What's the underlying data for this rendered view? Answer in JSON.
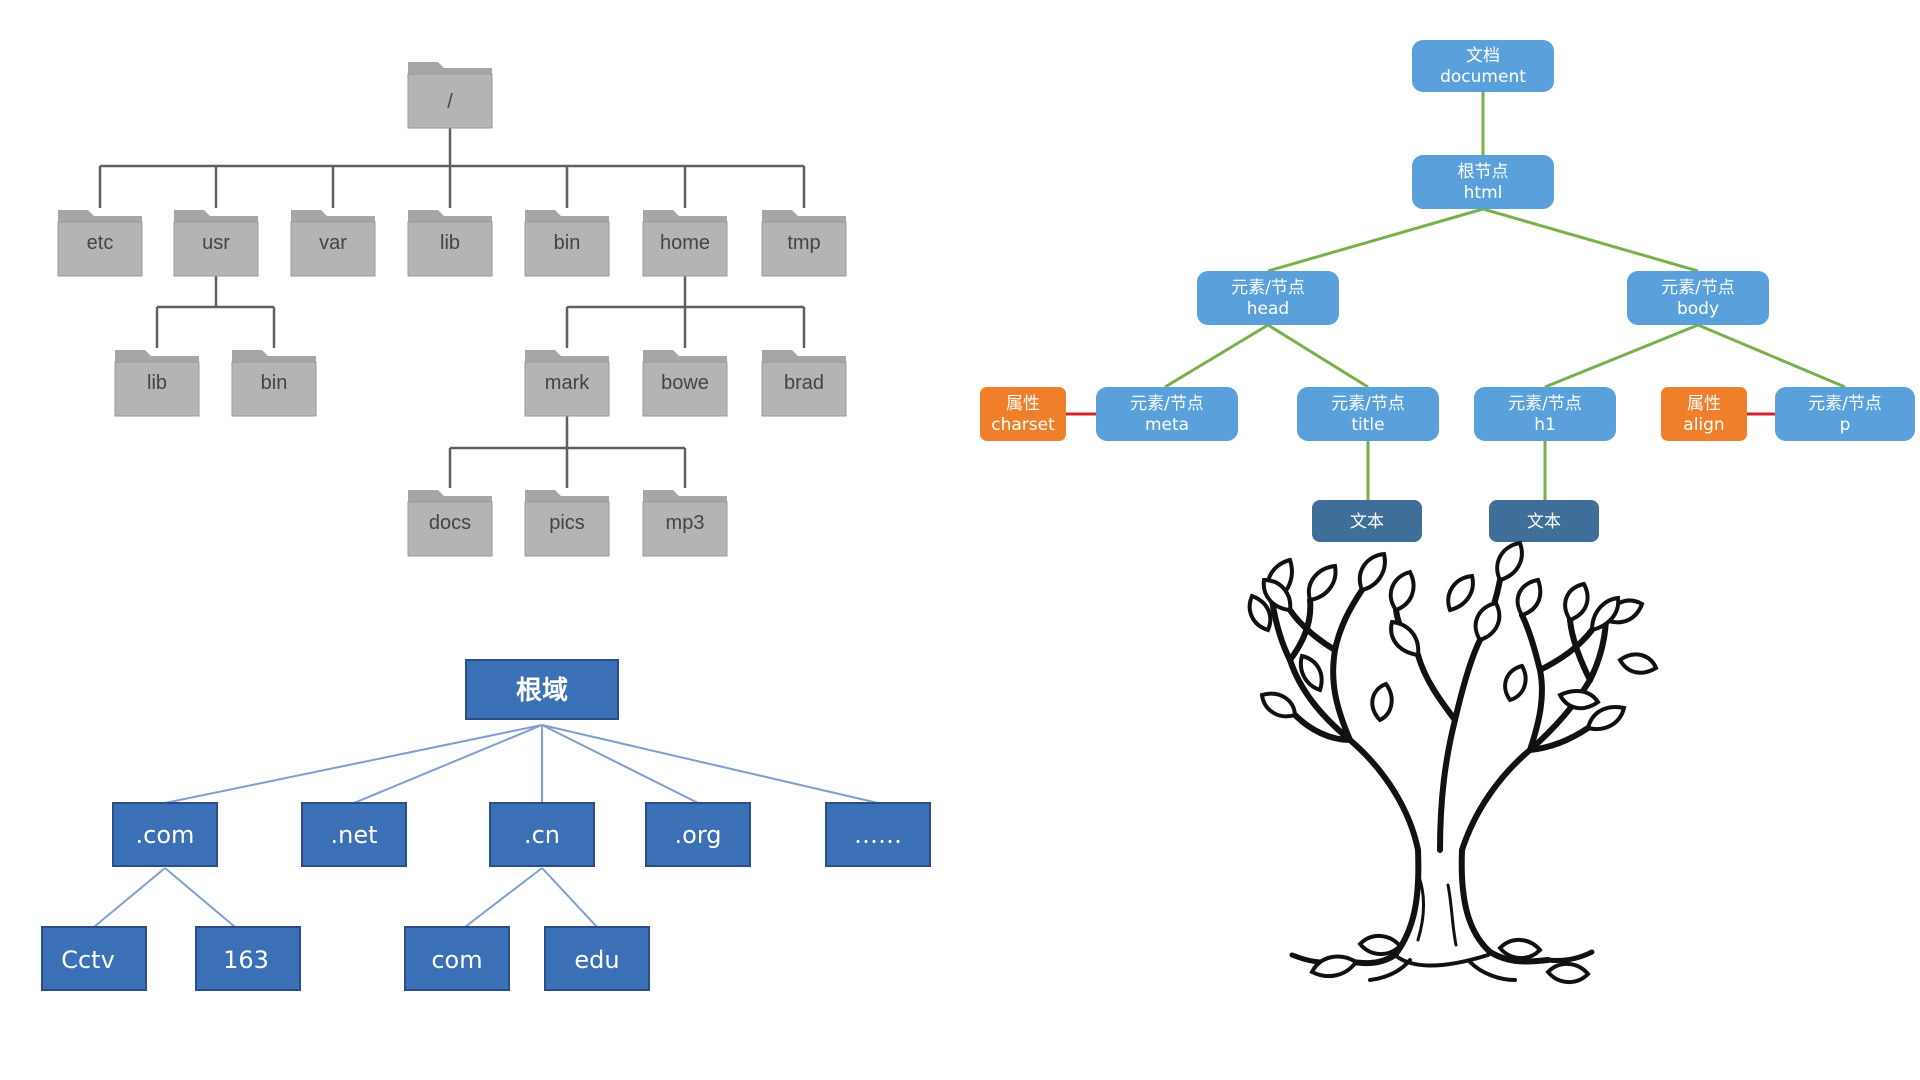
{
  "filesystem": {
    "root": "/",
    "top": [
      "etc",
      "usr",
      "var",
      "lib",
      "bin",
      "home",
      "tmp"
    ],
    "usr_children": [
      "lib",
      "bin"
    ],
    "home_children": [
      "mark",
      "bowe",
      "brad"
    ],
    "mark_children": [
      "docs",
      "pics",
      "mp3"
    ]
  },
  "dom": {
    "document": [
      "文档",
      "document"
    ],
    "html": [
      "根节点",
      "html"
    ],
    "head": [
      "元素/节点",
      "head"
    ],
    "body": [
      "元素/节点",
      "body"
    ],
    "charset": [
      "属性",
      "charset"
    ],
    "meta": [
      "元素/节点",
      "meta"
    ],
    "title": [
      "元素/节点",
      "title"
    ],
    "h1": [
      "元素/节点",
      "h1"
    ],
    "align": [
      "属性",
      "align"
    ],
    "p": [
      "元素/节点",
      "p"
    ],
    "title_text": "文本",
    "h1_text": "文本"
  },
  "dns": {
    "root": "根域",
    "tlds": [
      ".com",
      ".net",
      ".cn",
      ".org",
      "……"
    ],
    "com_children": [
      "Cctv",
      "163"
    ],
    "cn_children": [
      "com",
      "edu"
    ]
  },
  "colors": {
    "folder": "#b4b4b6",
    "folder_tab": "#a6a6a8",
    "fs_line": "#606060",
    "dom_node": "#5aa0db",
    "dom_text_node": "#3f6f99",
    "dom_attr": "#ef7f2a",
    "dom_edge": "#7ab04a",
    "dom_attr_edge": "#d2232a",
    "dns_box": "#3b6fb6",
    "dns_border": "#2a4f86",
    "dns_line": "#7f9fcf",
    "tree_ink": "#111111"
  }
}
